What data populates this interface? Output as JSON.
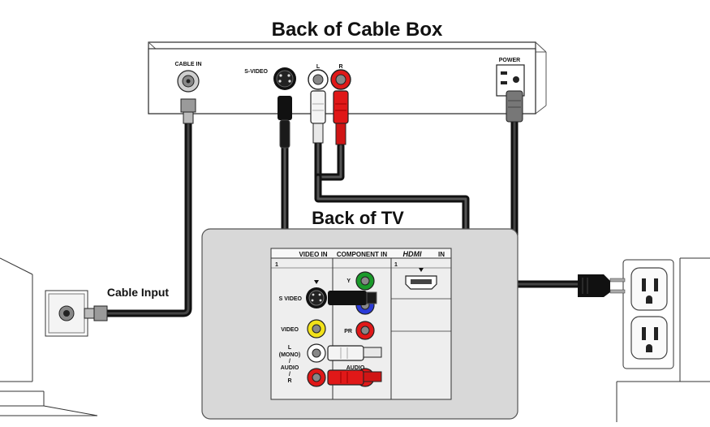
{
  "titles": {
    "cable_box": "Back of Cable Box",
    "tv": "Back of TV",
    "cable_input": "Cable Input"
  },
  "cable_box": {
    "cable_in": "CABLE IN",
    "s_video": "S-VIDEO",
    "left": "L",
    "right": "R",
    "power": "POWER"
  },
  "tv_panel": {
    "video_in": "VIDEO IN",
    "component_in": "COMPONENT IN",
    "hdmi_logo": "HDMI",
    "hdmi_in": "IN",
    "s_video": "S VIDEO",
    "video": "VIDEO",
    "l_mono": "L",
    "mono": "(MONO)",
    "dash1": "/",
    "audio": "AUDIO",
    "dash2": "/",
    "r": "R",
    "y": "Y",
    "pr": "PR",
    "audio_component": "AUDIO",
    "num1": "1",
    "num2": "1"
  },
  "colors": {
    "cable": "#111111",
    "red": "#e01818",
    "white": "#f4f4f4",
    "green": "#1a9a2a",
    "yellow": "#f2e21a",
    "tv_bg": "#d8d8d8"
  }
}
